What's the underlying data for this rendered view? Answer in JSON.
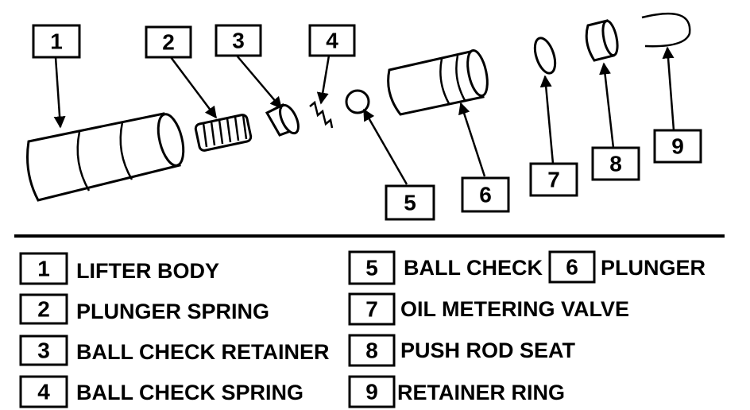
{
  "diagram": {
    "callouts": [
      "1",
      "2",
      "3",
      "4",
      "5",
      "6",
      "7",
      "8",
      "9"
    ],
    "legend": [
      {
        "number": "1",
        "label": "LIFTER BODY"
      },
      {
        "number": "2",
        "label": "PLUNGER SPRING"
      },
      {
        "number": "3",
        "label": "BALL CHECK RETAINER"
      },
      {
        "number": "4",
        "label": "BALL CHECK SPRING"
      },
      {
        "number": "5",
        "label": "BALL CHECK"
      },
      {
        "number": "6",
        "label": "PLUNGER"
      },
      {
        "number": "7",
        "label": "OIL METERING VALVE"
      },
      {
        "number": "8",
        "label": "PUSH ROD SEAT"
      },
      {
        "number": "9",
        "label": "RETAINER RING"
      }
    ],
    "colors": {
      "ink": "#000000",
      "paper": "#ffffff"
    }
  }
}
